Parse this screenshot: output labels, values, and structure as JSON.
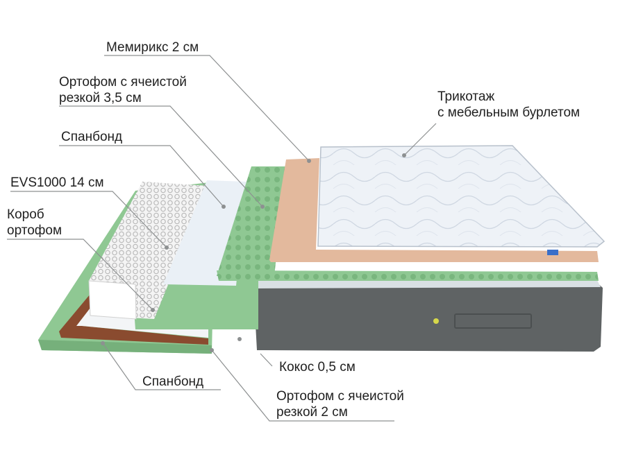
{
  "labels": {
    "memorix": "Мемирикс 2 см",
    "ortofom_top_line1": "Ортофом с ячеистой",
    "ortofom_top_line2": "резкой 3,5 см",
    "spanbond_top": "Спанбонд",
    "evs": "EVS1000 14 см",
    "korob_line1": "Короб",
    "korob_line2": "ортофом",
    "trikotazh_line1": "Трикотаж",
    "trikotazh_line2": "с мебельным бурлетом",
    "kokos": "Кокос 0,5 см",
    "spanbond_bottom": "Спанбонд",
    "ortofom_bottom_line1": "Ортофом с ячеистой",
    "ortofom_bottom_line2": "резкой 2 см"
  },
  "colors": {
    "green_foam": "#8fc893",
    "green_light": "#a9d7ac",
    "peach_memory": "#e3b99d",
    "cover_grey": "#5f6364",
    "quilt": "#eef2f7",
    "spring_white": "#f2f2f2",
    "coconut": "#8a4b2f",
    "leader": "#8d9091",
    "text": "#1f1f1f"
  }
}
